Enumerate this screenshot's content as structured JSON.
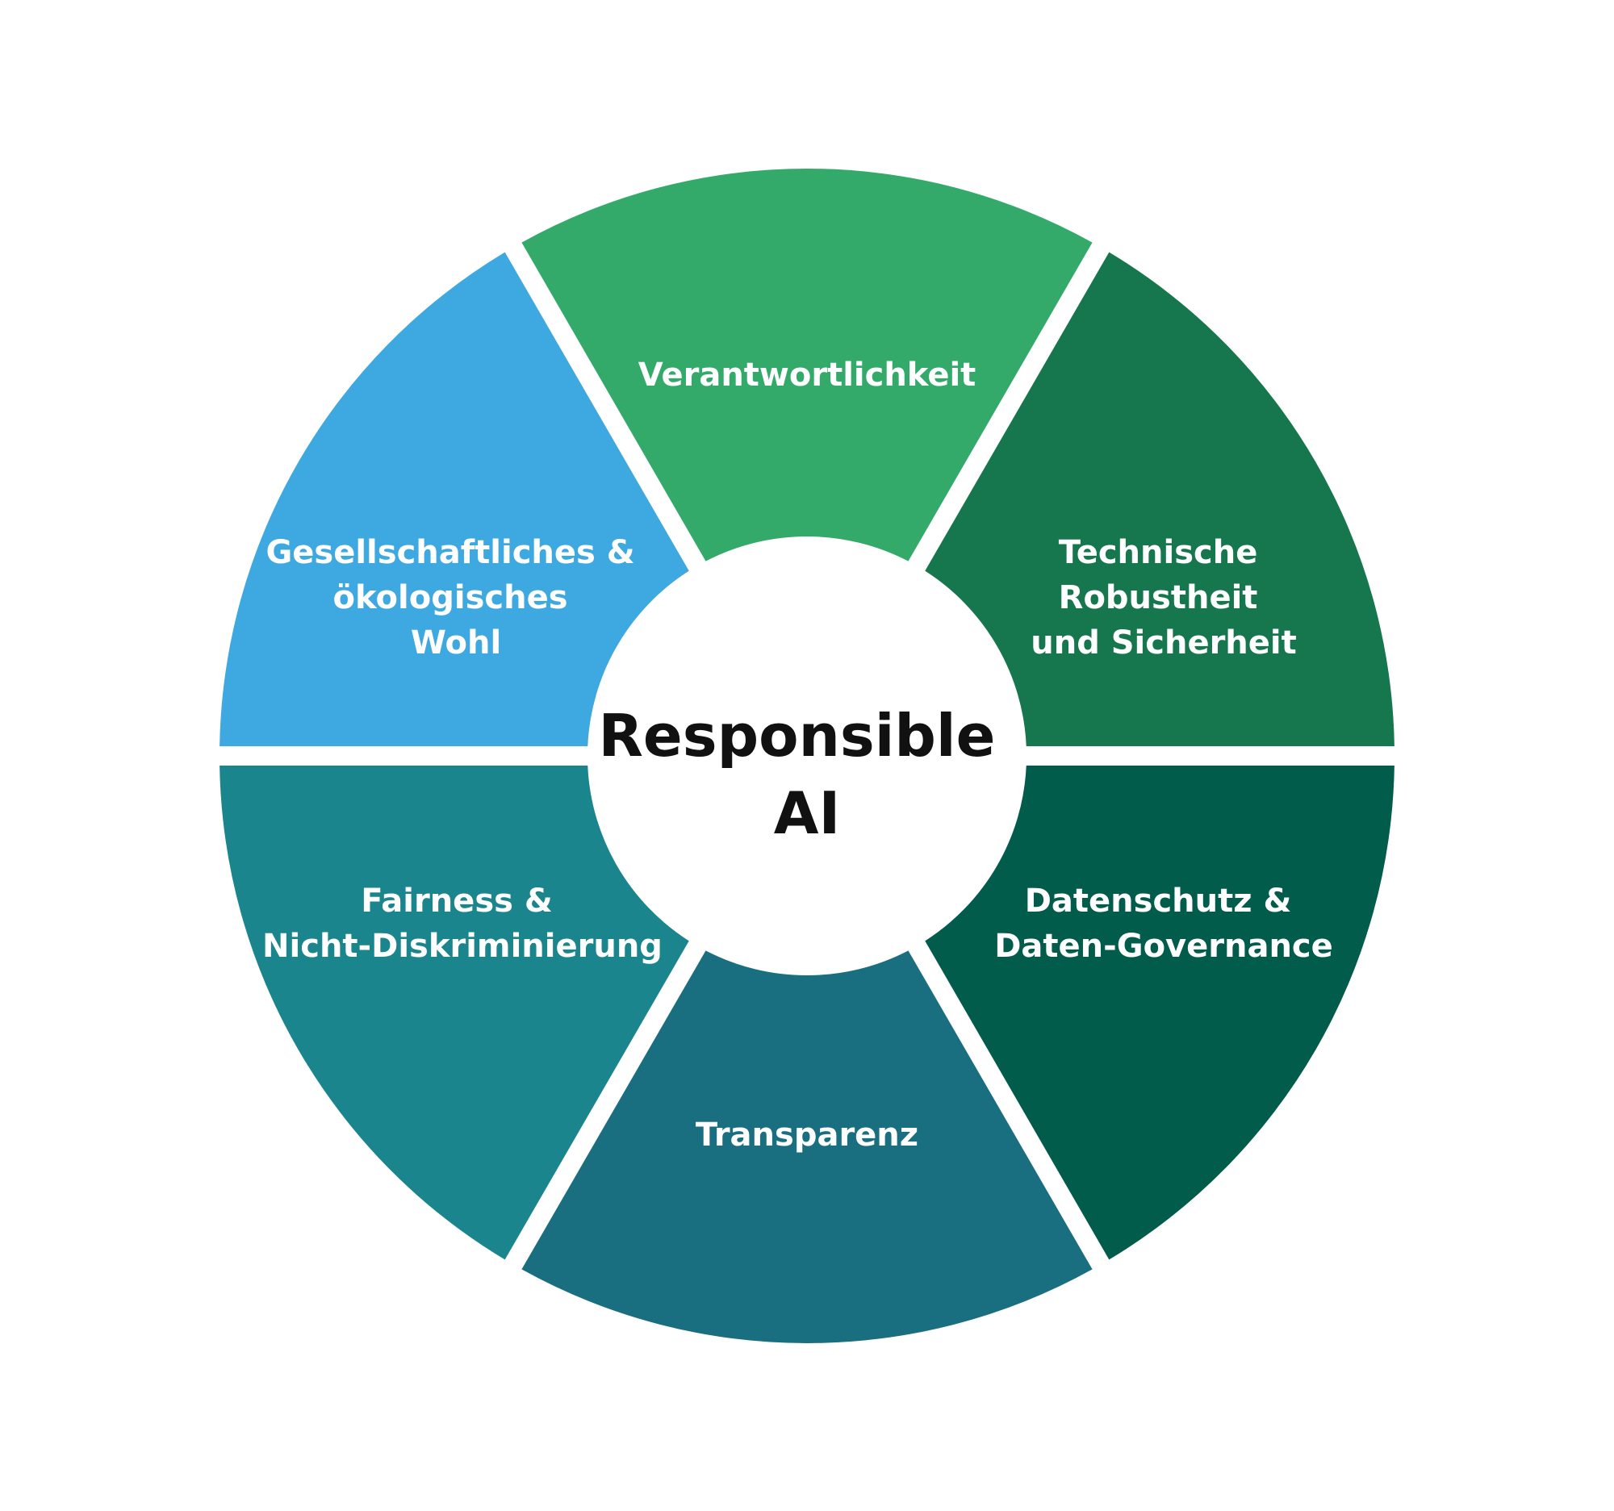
{
  "center": {
    "lines": [
      "Responsible",
      "AI"
    ]
  },
  "segments": [
    {
      "id": "verantwortlichkeit",
      "lines": [
        "Verantwortlichkeit"
      ],
      "color": "#33AA69"
    },
    {
      "id": "technische-robustheit",
      "lines": [
        "Technische",
        "Robustheit",
        "und Sicherheit"
      ],
      "color": "#16764E"
    },
    {
      "id": "datenschutz",
      "lines": [
        "Datenschutz &",
        "Daten-Governance"
      ],
      "color": "#025C4B"
    },
    {
      "id": "transparenz",
      "lines": [
        "Transparenz"
      ],
      "color": "#196E7F"
    },
    {
      "id": "fairness",
      "lines": [
        "Fairness &",
        "Nicht-Diskriminierung"
      ],
      "color": "#1A858D"
    },
    {
      "id": "gesellschaftliches-wohl",
      "lines": [
        "Gesellschaftliches &",
        "ökologisches",
        "Wohl"
      ],
      "color": "#3EA8E0"
    }
  ]
}
